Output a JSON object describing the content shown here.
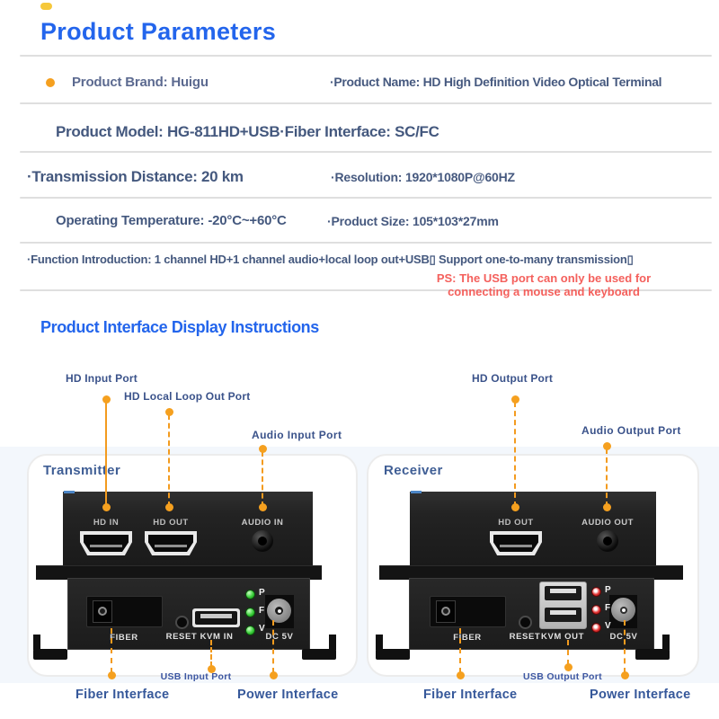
{
  "header": {
    "title": "Product Parameters"
  },
  "params": {
    "brand": "Product Brand: Huigu",
    "name": "·Product Name: HD High Definition Video Optical Terminal",
    "model": "Product Model: HG-811HD+USB·Fiber Interface: SC/FC",
    "distance": "·Transmission Distance: 20 km",
    "resolution": "·Resolution: 1920*1080P@60HZ",
    "temperature": "Operating Temperature: -20°C~+60°C",
    "size": "·Product Size: 105*103*27mm",
    "function_intro": "·Function Introduction: 1 channel HD+1 channel audio+local loop out+USB▯ Support one-to-many transmission▯",
    "ps_line1": "PS: The USB port can only be used for",
    "ps_line2": "connecting a mouse and keyboard"
  },
  "section2": {
    "title": "Product Interface Display Instructions"
  },
  "callouts": {
    "hd_input": "HD Input Port",
    "hd_local_loop": "HD Local Loop Out Port",
    "audio_input": "Audio Input Port",
    "hd_output": "HD Output Port",
    "audio_output": "Audio Output Port",
    "usb_input": "USB Input Port",
    "usb_output": "USB Output Port",
    "fiber_tx": "Fiber Interface",
    "power_tx": "Power Interface",
    "fiber_rx": "Fiber Interface",
    "power_rx": "Power Interface"
  },
  "transmitter": {
    "title": "Transmitter",
    "hd_in": "HD IN",
    "hd_out": "HD OUT",
    "audio": "AUDIO IN",
    "fiber": "FIBER",
    "reset": "RESET",
    "kvm": "KVM IN",
    "dc": "DC 5V",
    "led_p": "P",
    "led_f": "F",
    "led_v": "V"
  },
  "receiver": {
    "title": "Receiver",
    "hd_out": "HD OUT",
    "audio": "AUDIO OUT",
    "fiber": "FIBER",
    "reset": "RESET",
    "kvm": "KVM OUT",
    "dc": "DC 5V",
    "led_p": "P",
    "led_f": "F",
    "led_v": "V"
  },
  "colors": {
    "accent_blue": "#2365ec",
    "param_navy": "#44587e",
    "callout_navy": "#3a528a",
    "callout_orange": "#f5a01f",
    "note_red": "#f4605c",
    "led_green_tx": "#38cd38",
    "led_red_rx": "#e23131"
  }
}
